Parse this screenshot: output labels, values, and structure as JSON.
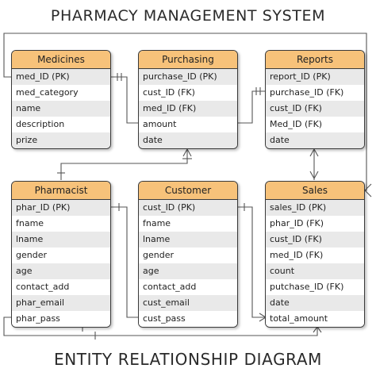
{
  "title_top": "PHARMACY MANAGEMENT SYSTEM",
  "title_bottom": "ENTITY RELATIONSHIP DIAGRAM",
  "entities": {
    "medicines": {
      "name": "Medicines",
      "fields": [
        "med_ID (PK)",
        "med_category",
        "name",
        "description",
        "prize"
      ]
    },
    "purchasing": {
      "name": "Purchasing",
      "fields": [
        "purchase_ID (PK)",
        "cust_ID (FK)",
        "med_ID (FK)",
        "amount",
        "date"
      ]
    },
    "reports": {
      "name": "Reports",
      "fields": [
        "report_ID (PK)",
        "purchase_ID (FK)",
        "cust_ID (FK)",
        "Med_ID (FK)",
        "date"
      ]
    },
    "pharmacist": {
      "name": "Pharmacist",
      "fields": [
        "phar_ID (PK)",
        "fname",
        "lname",
        "gender",
        "age",
        "contact_add",
        "phar_email",
        "phar_pass"
      ]
    },
    "customer": {
      "name": "Customer",
      "fields": [
        "cust_ID (PK)",
        "fname",
        "lname",
        "gender",
        "age",
        "contact_add",
        "cust_email",
        "cust_pass"
      ]
    },
    "sales": {
      "name": "Sales",
      "fields": [
        "sales_ID (PK)",
        "phar_ID (FK)",
        "cust_ID (FK)",
        "med_ID (FK)",
        "count",
        "putchase_ID (FK)",
        "date",
        "total_amount"
      ]
    }
  },
  "colors": {
    "header": "#f7c27a",
    "stripe": "#e9e9e9",
    "line": "#555555"
  }
}
